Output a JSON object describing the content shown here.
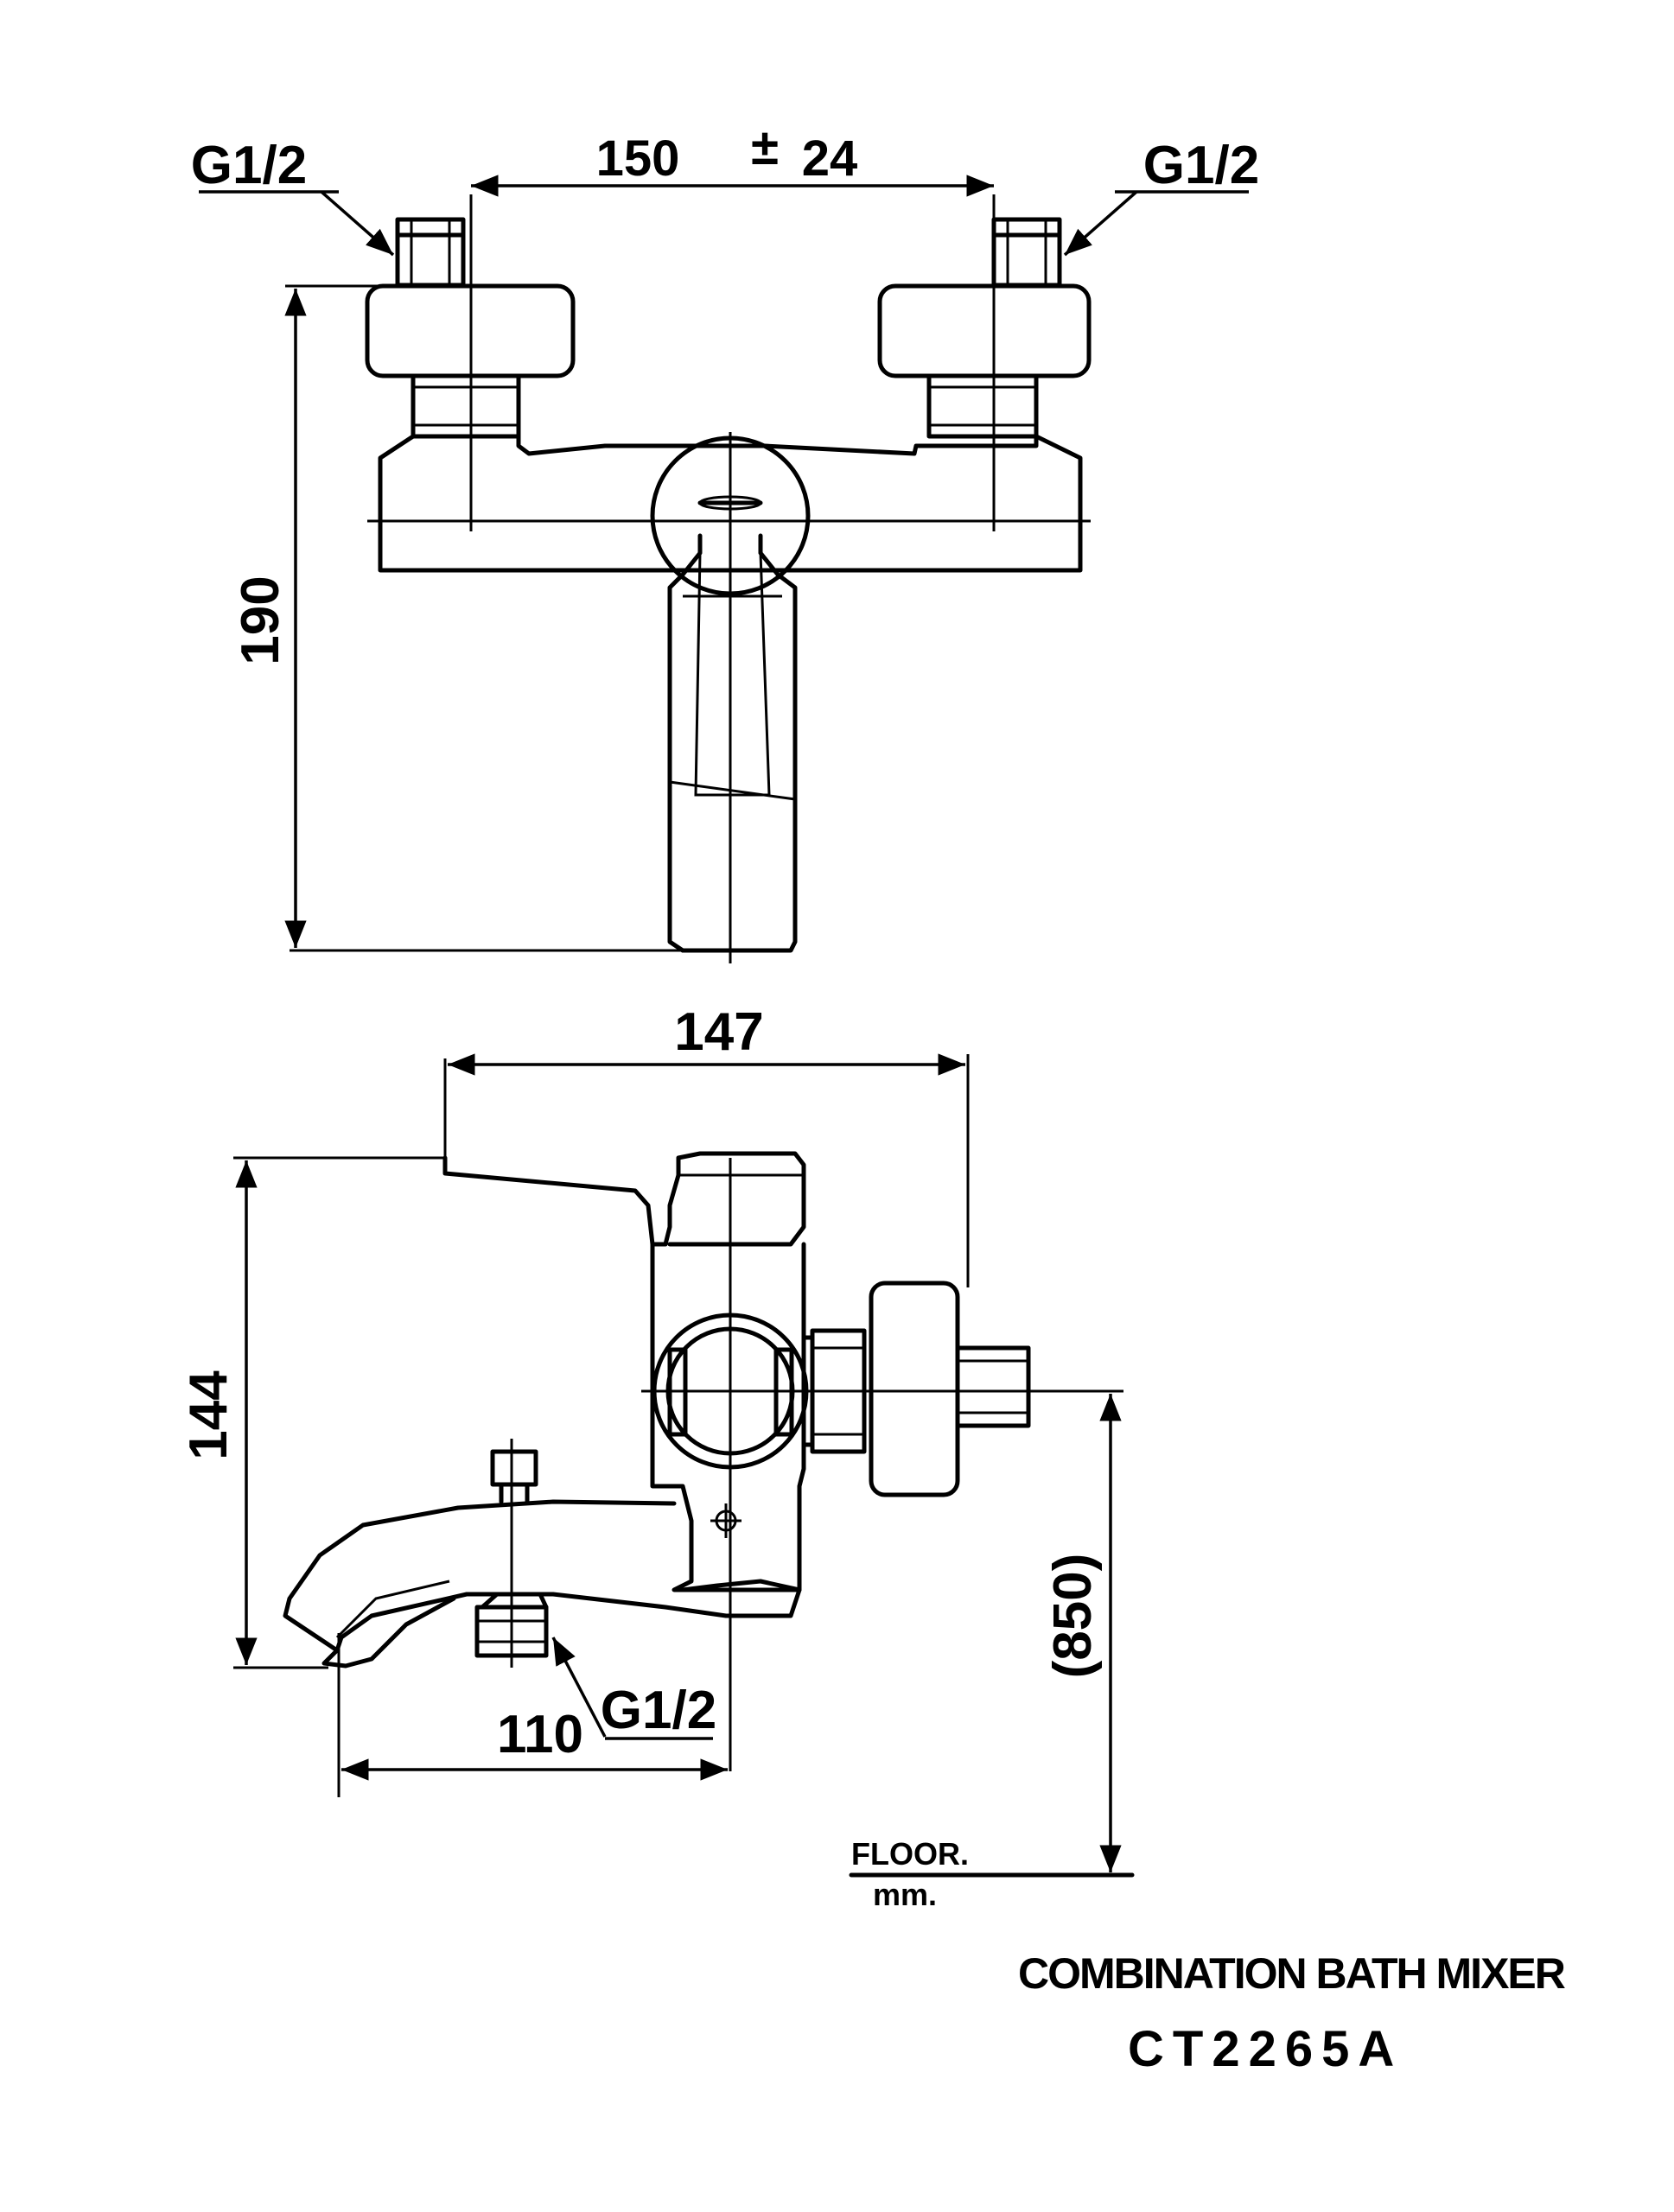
{
  "front_view": {
    "label_left": "G1/2",
    "label_right": "G1/2",
    "center_distance": "150",
    "tolerance_sign": "±",
    "tolerance": "24",
    "height": "190"
  },
  "side_view": {
    "depth": "147",
    "height": "144",
    "inlet_label": "G1/2",
    "spout_reach": "110",
    "install_height": "(850)",
    "floor_label": "FLOOR.",
    "unit_label": "mm."
  },
  "title_block": {
    "product_name": "COMBINATION BATH MIXER",
    "model_code": "CT2265A"
  }
}
